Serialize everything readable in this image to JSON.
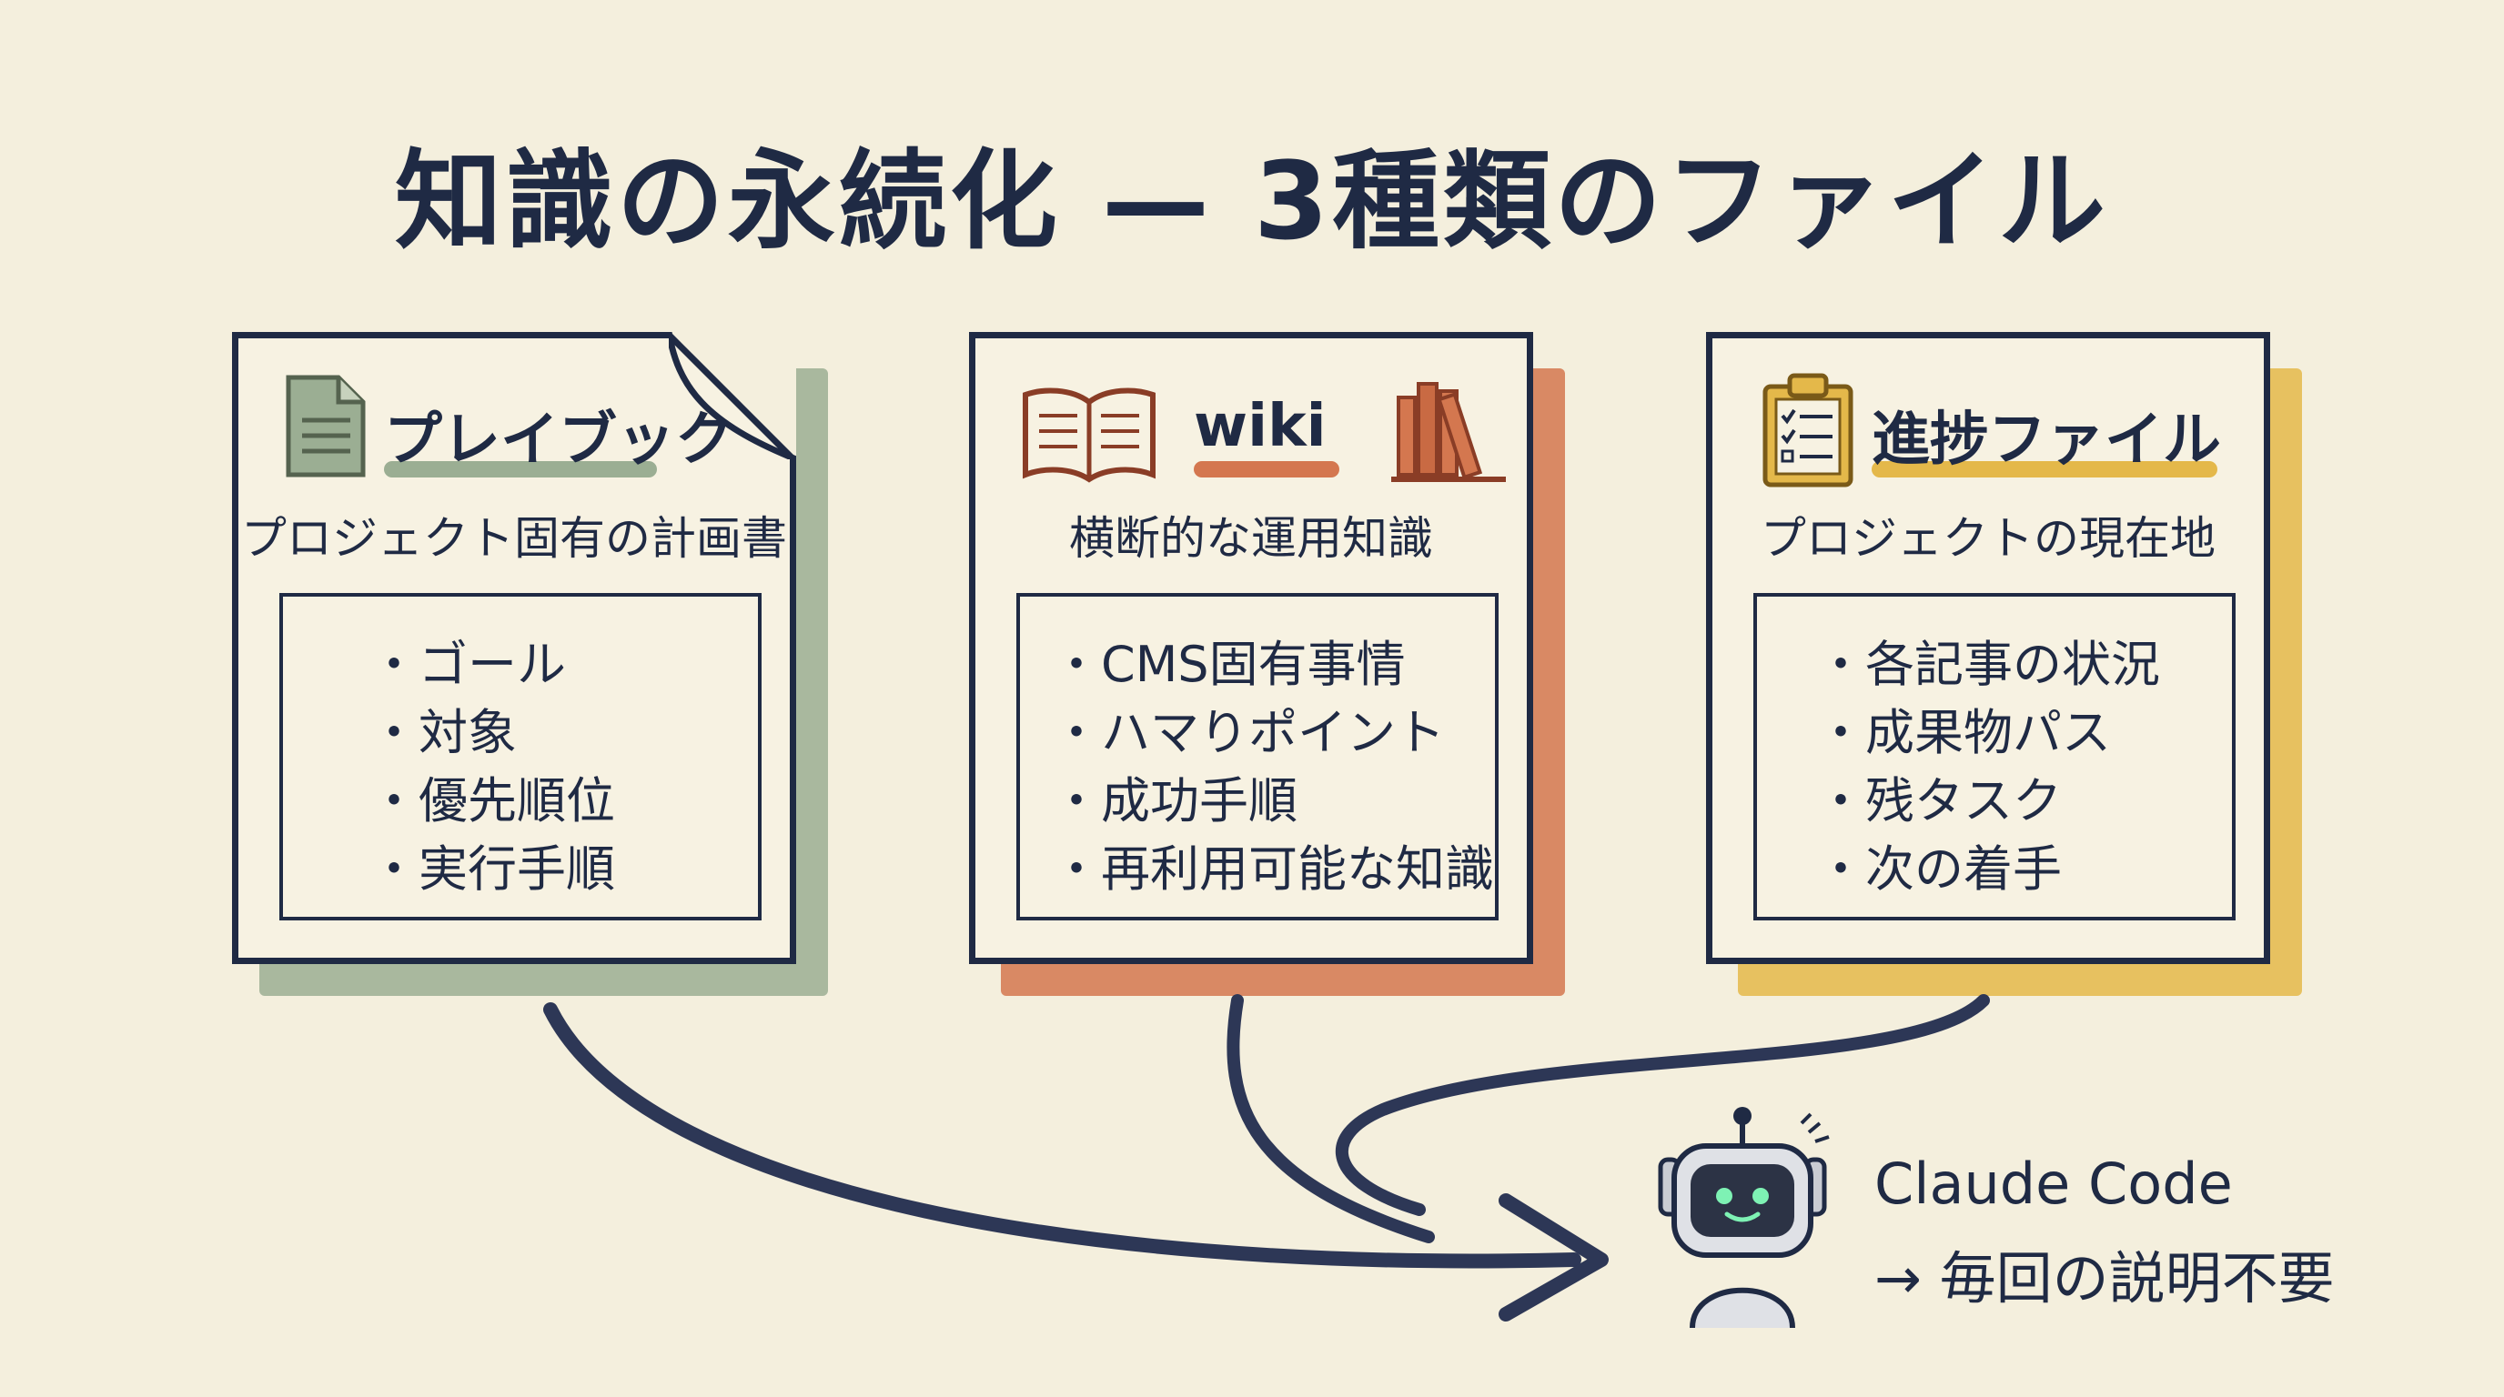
{
  "title": "知識の永続化 — 3種類のファイル",
  "colors": {
    "background": "#f4efdd",
    "ink": "#1f2a44",
    "playbook_accent": "#9bae93",
    "wiki_accent": "#d4774f",
    "progress_accent": "#e4b84a"
  },
  "cards": [
    {
      "icon": "document-icon",
      "title": "プレイブック",
      "subtitle": "プロジェクト固有の計画書",
      "items": [
        "・ゴール",
        "・対象",
        "・優先順位",
        "・実行手順"
      ]
    },
    {
      "icon": "open-book-icon",
      "icon2": "bookshelf-icon",
      "title": "wiki",
      "subtitle": "横断的な運用知識",
      "items": [
        "・CMS固有事情",
        "・ハマりポイント",
        "・成功手順",
        "・再利用可能な知識"
      ]
    },
    {
      "icon": "clipboard-checklist-icon",
      "title": "進捗ファイル",
      "subtitle": "プロジェクトの現在地",
      "items": [
        "・各記事の状況",
        "・成果物パス",
        "・残タスク",
        "・次の着手"
      ]
    }
  ],
  "agent": {
    "icon": "robot-icon",
    "name": "Claude Code",
    "benefit": "→ 毎回の説明不要"
  }
}
